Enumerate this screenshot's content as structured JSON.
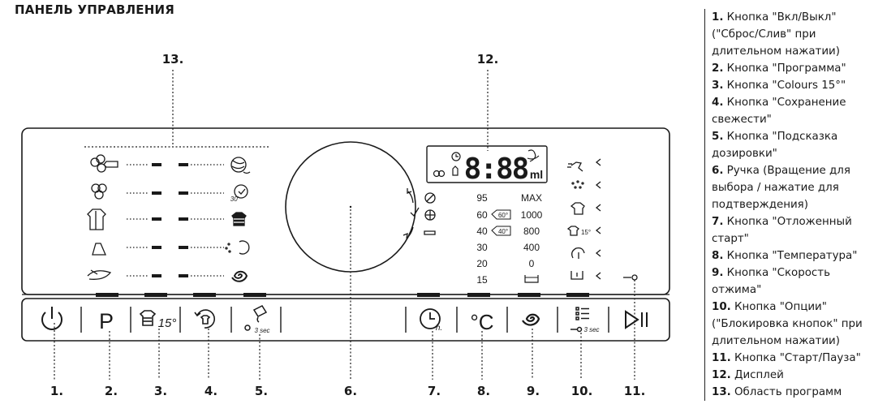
{
  "title": "ПАНЕЛЬ УПРАВЛЕНИЯ",
  "callouts": [
    "1.",
    "2.",
    "3.",
    "4.",
    "5.",
    "6.",
    "7.",
    "8.",
    "9.",
    "10.",
    "11.",
    "12.",
    "13."
  ],
  "buttons": {
    "power": {
      "icon": "power-icon"
    },
    "program": {
      "label": "P"
    },
    "colours": {
      "label": "15°",
      "icon": "colours-icon"
    },
    "freshness": {
      "icon": "freshness-icon"
    },
    "dosing": {
      "label": "3 sec",
      "icon": "dosing-icon"
    },
    "delay": {
      "label": "h.",
      "icon": "delay-clock-icon"
    },
    "temperature": {
      "label": "°C"
    },
    "spin": {
      "icon": "spin-spiral-icon"
    },
    "options": {
      "label": "3 sec",
      "icon": "options-list-icon"
    },
    "start": {
      "icon": "start-pause-icon"
    }
  },
  "program_icons": {
    "left": [
      "mixed-icon",
      "cotton-icon",
      "synthetic-icon",
      "delicates-icon",
      "hand-wash-icon"
    ],
    "right": [
      "wool-icon",
      "quick-30-icon",
      "shirts-icon",
      "rinse-icon",
      "spin-icon"
    ],
    "quick_label": "30'"
  },
  "display": {
    "digits": "8:88",
    "unit": "ml"
  },
  "temps": [
    "95",
    "60",
    "40",
    "30",
    "20",
    "15"
  ],
  "temp_marks": [
    "60°",
    "40°"
  ],
  "spins": [
    "MAX",
    "1000",
    "800",
    "400",
    "0"
  ],
  "options_label": "15°",
  "legend": [
    {
      "n": "1.",
      "t": "Кнопка \"Вкл/Выкл\" (\"Сброс/Слив\" при длительном нажатии)"
    },
    {
      "n": "2.",
      "t": "Кнопка \"Программа\""
    },
    {
      "n": "3.",
      "t": "Кнопка \"Colours 15°\""
    },
    {
      "n": "4.",
      "t": "Кнопка \"Сохранение свежести\""
    },
    {
      "n": "5.",
      "t": "Кнопка \"Подсказка дозировки\""
    },
    {
      "n": "6.",
      "t": "Ручка (Вращение для выбора / нажатие для подтверждения)"
    },
    {
      "n": "7.",
      "t": "Кнопка \"Отложенный старт\""
    },
    {
      "n": "8.",
      "t": "Кнопка \"Температура\""
    },
    {
      "n": "9.",
      "t": "Кнопка \"Скорость отжима\""
    },
    {
      "n": "10.",
      "t": "Кнопка \"Опции\" (\"Блокировка кнопок\" при длительном нажатии)"
    },
    {
      "n": "11.",
      "t": "Кнопка \"Старт/Пауза\""
    },
    {
      "n": "12.",
      "t": "Дисплей"
    },
    {
      "n": "13.",
      "t": "Область программ"
    }
  ]
}
